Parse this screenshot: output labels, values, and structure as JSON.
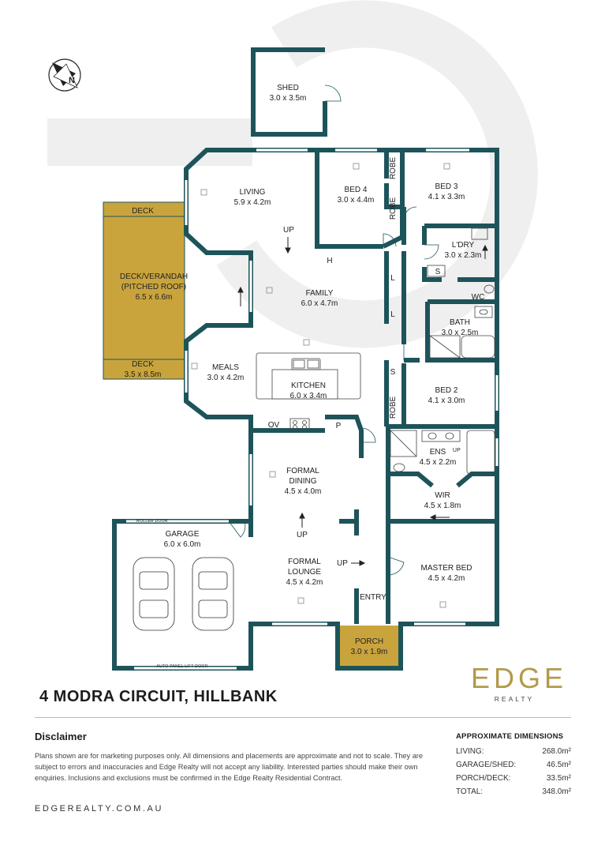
{
  "rooms": {
    "shed": {
      "name": "SHED",
      "size": "3.0 x 3.5m"
    },
    "living": {
      "name": "LIVING",
      "size": "5.9 x 4.2m"
    },
    "bed4": {
      "name": "BED 4",
      "size": "3.0 x 4.4m"
    },
    "bed3": {
      "name": "BED 3",
      "size": "4.1 x 3.3m"
    },
    "deck_top": {
      "name": "DECK"
    },
    "deck_verandah": {
      "line1": "DECK/VERANDAH",
      "line2": "(PITCHED ROOF)",
      "size": "6.5 x 6.6m"
    },
    "deck_bottom": {
      "name": "DECK",
      "size": "3.5 x 8.5m"
    },
    "family": {
      "name": "FAMILY",
      "size": "6.0 x 4.7m"
    },
    "laundry": {
      "name": "L'DRY",
      "size": "3.0 x 2.3m"
    },
    "wc": {
      "name": "WC"
    },
    "bath": {
      "name": "BATH",
      "size": "3.0 x 2.5m"
    },
    "meals": {
      "name": "MEALS",
      "size": "3.0 x 4.2m"
    },
    "kitchen": {
      "name": "KITCHEN",
      "size": "6.0 x 3.4m"
    },
    "bed2": {
      "name": "BED 2",
      "size": "4.1 x 3.0m"
    },
    "ens": {
      "name": "ENS",
      "size": "4.5 x 2.2m"
    },
    "wir": {
      "name": "WIR",
      "size": "4.5 x 1.8m"
    },
    "formal_dining": {
      "line1": "FORMAL",
      "line2": "DINING",
      "size": "4.5 x 4.0m"
    },
    "garage": {
      "name": "GARAGE",
      "size": "6.0 x 6.0m"
    },
    "formal_lounge": {
      "line1": "FORMAL",
      "line2": "LOUNGE",
      "size": "4.5 x 4.2m"
    },
    "master_bed": {
      "name": "MASTER BED",
      "size": "4.5 x 4.2m"
    },
    "entry": {
      "name": "ENTRY"
    },
    "porch": {
      "name": "PORCH",
      "size": "3.0 x 1.9m"
    }
  },
  "fixtures": {
    "robe": "ROBE",
    "linen": "L",
    "storage": "S",
    "heater": "H",
    "oven": "OV",
    "pantry": "P",
    "up": "UP",
    "roller_door": "ROLLER DOOR",
    "auto_door": "AUTO PANEL LIFT DOOR"
  },
  "compass": {
    "north": "N"
  },
  "address": "4 MODRA CIRCUIT, HILLBANK",
  "disclaimer": {
    "title": "Disclaimer",
    "text": "Plans shown are for marketing purposes only. All dimensions and placements are approximate and not to scale. They are subject to errors and inaccuracies and Edge Realty will not accept any liability. Interested parties should make their own enquiries. Inclusions and exclusions must be confirmed in the Edge Realty Residential Contract."
  },
  "website": "EDGEREALTY.COM.AU",
  "dimensions": {
    "title": "APPROXIMATE DIMENSIONS",
    "rows": [
      {
        "label": "LIVING:",
        "value": "268.0m²"
      },
      {
        "label": "GARAGE/SHED:",
        "value": "46.5m²"
      },
      {
        "label": "PORCH/DECK:",
        "value": "33.5m²"
      },
      {
        "label": "TOTAL:",
        "value": "348.0m²"
      }
    ]
  },
  "logo": {
    "text": "EDGE",
    "sub": "REALTY"
  },
  "colors": {
    "wall": "#1d545a",
    "deck": "#c9a43d",
    "accent": "#b39a4a",
    "watermark": "#efefef"
  }
}
